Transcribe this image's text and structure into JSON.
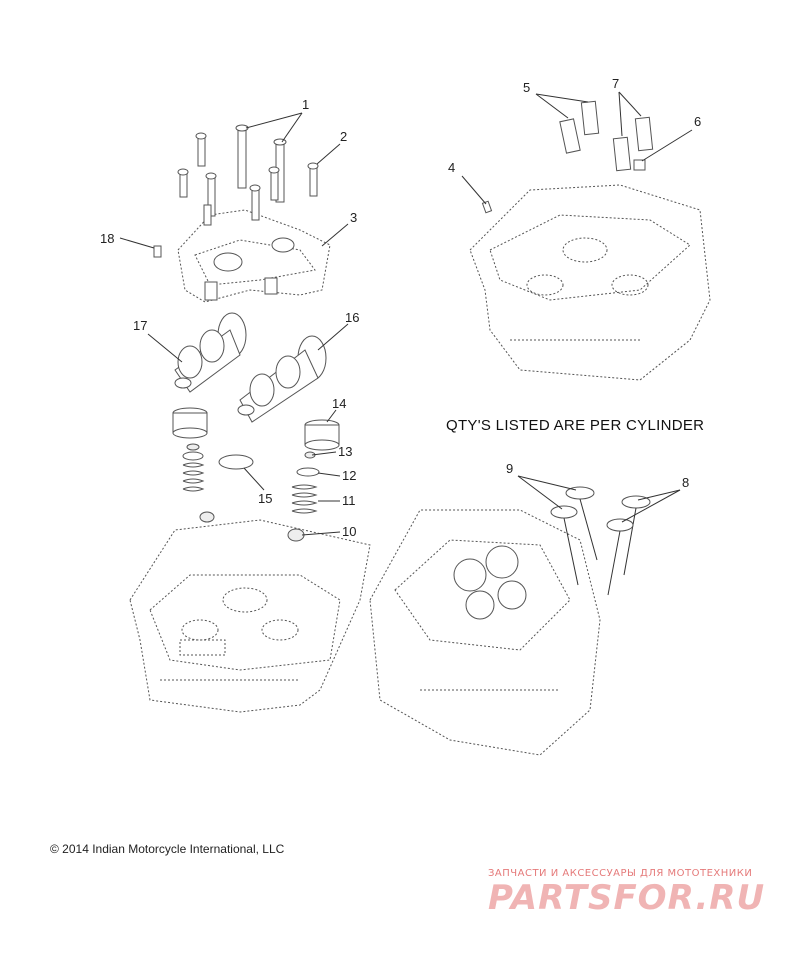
{
  "note": "QTY'S LISTED ARE PER CYLINDER",
  "copyright": "© 2014 Indian Motorcycle International, LLC",
  "watermark": {
    "tagline": "ЗАПЧАСТИ И АКСЕССУАРЫ ДЛЯ МОТОТЕХНИКИ",
    "logo": "PARTSFOR.RU"
  },
  "callouts": [
    "1",
    "2",
    "3",
    "4",
    "5",
    "6",
    "7",
    "8",
    "9",
    "10",
    "11",
    "12",
    "13",
    "14",
    "15",
    "16",
    "17",
    "18"
  ],
  "icons": [
    "copyright-icon"
  ]
}
